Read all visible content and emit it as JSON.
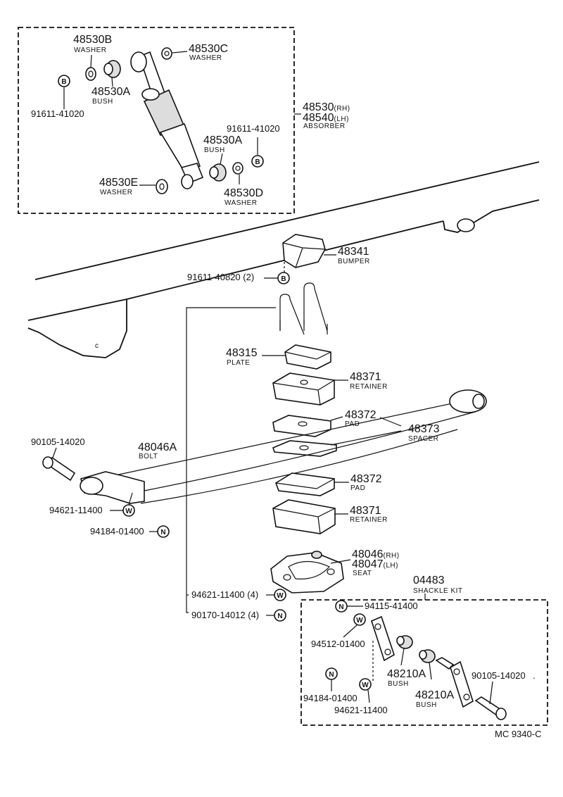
{
  "absorber_box": {
    "p48530b": "48530B",
    "p48530b_name": "WASHER",
    "p48530c": "48530C",
    "p48530c_name": "WASHER",
    "p48530a_top": "48530A",
    "p48530a_top_name": "BUSH",
    "bolt_top": "91611-41020",
    "bolt_right": "91611-41020",
    "p48530a_bot": "48530A",
    "p48530a_bot_name": "BUSH",
    "p48530e": "48530E",
    "p48530e_name": "WASHER",
    "p48530d": "48530D",
    "p48530d_name": "WASHER",
    "sym_b": "B"
  },
  "absorber": {
    "rh": "48530",
    "rh_suffix": "(RH)",
    "lh": "48540",
    "lh_suffix": "(LH)",
    "name": "ABSORBER"
  },
  "bumper": {
    "part": "48341",
    "name": "BUMPER",
    "bolt": "91611-40820 (2)",
    "sym": "B"
  },
  "plate": {
    "part": "48315",
    "name": "PLATE"
  },
  "retainer_upper": {
    "part": "48371",
    "name": "RETAINER"
  },
  "pad_upper": {
    "part": "48372",
    "name": "PAD"
  },
  "spacer": {
    "part": "48373",
    "name": "SPACER"
  },
  "bolt_left": "90105-14020",
  "bolt_48046a": {
    "part": "48046A",
    "name": "BOLT"
  },
  "washer_left": {
    "part": "94621-11400",
    "sym": "W"
  },
  "nut_left": {
    "part": "94184-01400",
    "sym": "N"
  },
  "pad_lower": {
    "part": "48372",
    "name": "PAD"
  },
  "retainer_lower": {
    "part": "48371",
    "name": "RETAINER"
  },
  "seat": {
    "rh": "48046",
    "rh_suffix": "(RH)",
    "lh": "48047",
    "lh_suffix": "(LH)",
    "name": "SEAT"
  },
  "washers_4": {
    "part": "94621-11400 (4)",
    "sym": "W"
  },
  "nuts_4": {
    "part": "90170-14012 (4)",
    "sym": "N"
  },
  "shackle_kit": {
    "part": "04483",
    "name": "SHACKLE KIT",
    "nut_top": "94115-41400",
    "nut_top_sym": "N",
    "washer_mid": "94512-01400",
    "washer_mid_sym": "W",
    "bush1": "48210A",
    "bush1_name": "BUSH",
    "bush2": "48210A",
    "bush2_name": "BUSH",
    "bolt": "90105-14020",
    "nut_bot": "94184-01400",
    "nut_bot_sym": "N",
    "washer_bot": "94621-11400",
    "washer_bot_sym": "W"
  },
  "footer_code": "MC  9340-C"
}
